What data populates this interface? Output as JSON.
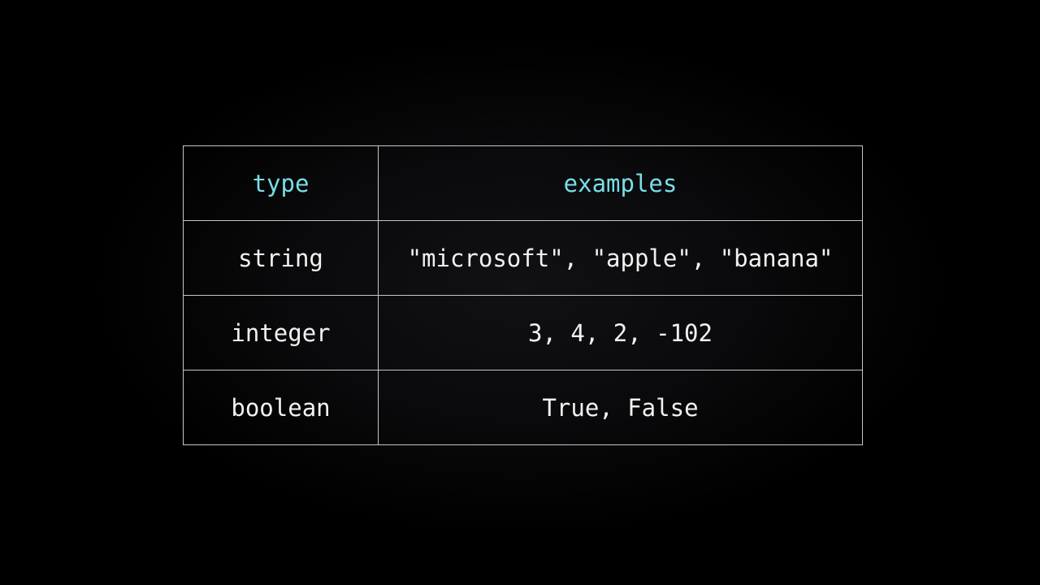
{
  "chart_data": {
    "type": "table",
    "columns": [
      "type",
      "examples"
    ],
    "rows": [
      [
        "string",
        "\"microsoft\", \"apple\", \"banana\""
      ],
      [
        "integer",
        "3, 4, 2, -102"
      ],
      [
        "boolean",
        "True, False"
      ]
    ]
  },
  "colors": {
    "header_text": "#7adee8",
    "body_text": "#f1f1f1",
    "grid_border": "#c6c6c6",
    "background": "#000000"
  }
}
